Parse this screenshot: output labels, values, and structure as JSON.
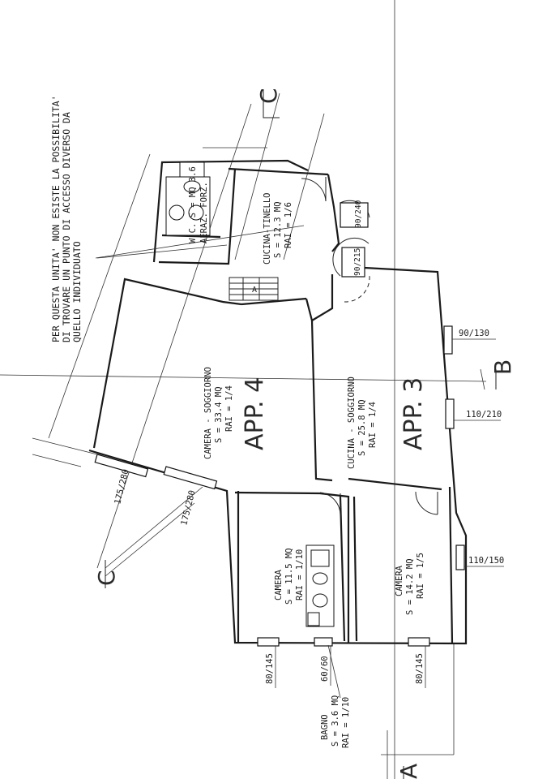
{
  "note": {
    "line1": "PER QUESTA UNITA' NON ESISTE LA POSSIBILITA'",
    "line2": "DI TROVARE UN PUNTO DI ACCESSO DIVERSO DA",
    "line3": "QUELLO INDIVIDUATO"
  },
  "section_marks": {
    "top": "C",
    "bottom_left": "C",
    "right": "B",
    "bottom": "A"
  },
  "apartments": {
    "app4": "APP. 4",
    "app3": "APP. 3"
  },
  "rooms": {
    "wc": {
      "name": "W.C. S = MQ 3.6",
      "note": "AERAZ. FORZ."
    },
    "cucina_tinello": {
      "name": "CUCINA-TINELLO",
      "area": "S = 12.3 MQ",
      "rai": "RAI = 1/6"
    },
    "camera_soggiorno_4": {
      "name": "CAMERA - SOGGIORNO",
      "area": "S = 33.4 MQ",
      "rai": "RAI = 1/4"
    },
    "cucina_soggiorno_3": {
      "name": "CUCINA - SOGGIORNO",
      "area": "S = 25.8 MQ",
      "rai": "RAI = 1/4"
    },
    "camera_4": {
      "name": "CAMERA",
      "area": "S = 11.5 MQ",
      "rai": "RAI = 1/10"
    },
    "camera_3": {
      "name": "CAMERA",
      "area": "S = 14.2 MQ",
      "rai": "RAI = 1/5"
    },
    "bagno": {
      "name": "BAGNO",
      "area": "S = 3.6 MQ",
      "rai": "RAI = 1/10"
    }
  },
  "openings": {
    "w_90_130": "90/130",
    "w_110_210": "110/210",
    "w_110_150": "110/150",
    "w_175_280_a": "175/280",
    "w_175_280_b": "175/280",
    "w_80_145_a": "80/145",
    "w_80_145_b": "80/145",
    "w_60_60": "60/60",
    "d_90_215": "90/215",
    "d_90_240": "90/240"
  },
  "stair_mark": "A"
}
